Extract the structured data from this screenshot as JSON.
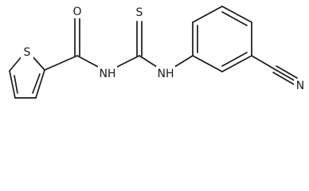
{
  "molecule": {
    "atoms": {
      "carbonyl_oxygen": "O",
      "thiocarbonyl_sulfur": "S",
      "thiophene_sulfur": "S",
      "amide_nh": "NH",
      "thioamide_nh": "NH",
      "nitrile_nitrogen": "N"
    }
  }
}
